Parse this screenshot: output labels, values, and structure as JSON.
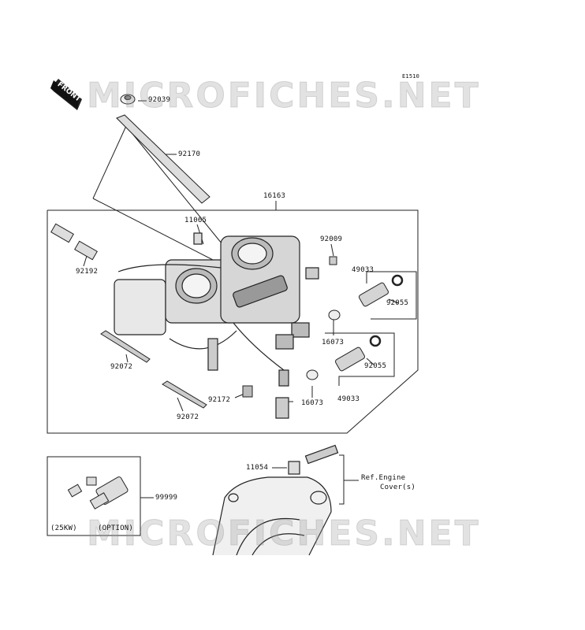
{
  "diagram": {
    "code": "E1510",
    "watermark": "MICROFICHES.NET",
    "front_label": "FRONT",
    "parts": {
      "p92039": "92039",
      "p92170": "92170",
      "p16163": "16163",
      "p11065": "11065",
      "p92009": "92009",
      "p92192": "92192",
      "p49033a": "49033",
      "p92055a": "92055",
      "p16073a": "16073",
      "p92055b": "92055",
      "p92072a": "92072",
      "p16073b": "16073",
      "p49033b": "49033",
      "p92172": "92172",
      "p92072b": "92072",
      "p11054": "11054",
      "p99999": "99999"
    },
    "ref_line1": "Ref.Engine",
    "ref_line2": "Cover(s)",
    "option_left": "(25KW)",
    "option_right": "(OPTION)"
  }
}
